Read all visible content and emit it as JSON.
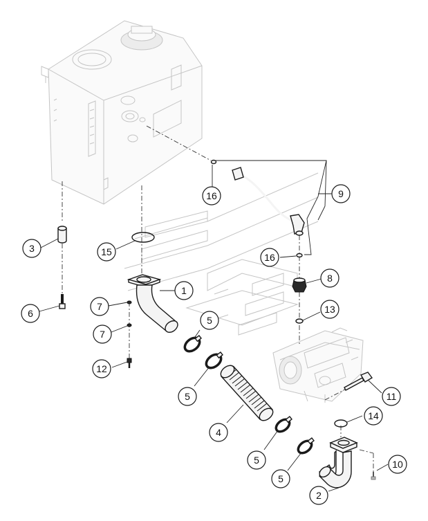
{
  "callouts": [
    {
      "id": "c1",
      "label": "1"
    },
    {
      "id": "c2",
      "label": "2"
    },
    {
      "id": "c3",
      "label": "3"
    },
    {
      "id": "c4",
      "label": "4"
    },
    {
      "id": "c5a",
      "label": "5"
    },
    {
      "id": "c5b",
      "label": "5"
    },
    {
      "id": "c5c",
      "label": "5"
    },
    {
      "id": "c5d",
      "label": "5"
    },
    {
      "id": "c6",
      "label": "6"
    },
    {
      "id": "c7a",
      "label": "7"
    },
    {
      "id": "c7b",
      "label": "7"
    },
    {
      "id": "c8",
      "label": "8"
    },
    {
      "id": "c9",
      "label": "9"
    },
    {
      "id": "c10",
      "label": "10"
    },
    {
      "id": "c11",
      "label": "11"
    },
    {
      "id": "c12",
      "label": "12"
    },
    {
      "id": "c13",
      "label": "13"
    },
    {
      "id": "c14",
      "label": "14"
    },
    {
      "id": "c15",
      "label": "15"
    },
    {
      "id": "c16a",
      "label": "16"
    },
    {
      "id": "c16b",
      "label": "16"
    }
  ]
}
